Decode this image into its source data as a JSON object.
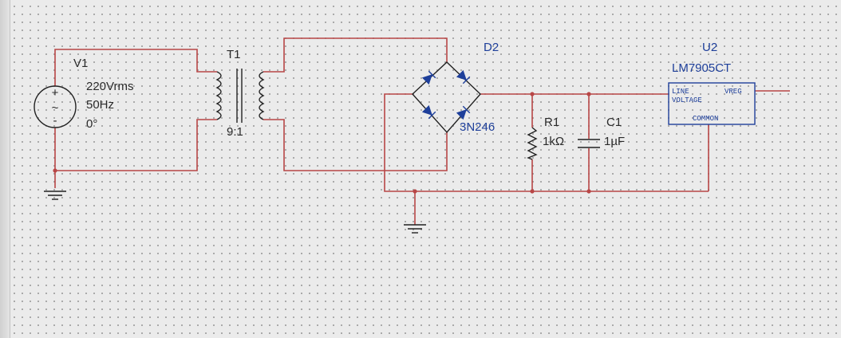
{
  "components": {
    "v1": {
      "ref": "V1",
      "value": "220Vrms",
      "freq": "50Hz",
      "phase": "0°"
    },
    "t1": {
      "ref": "T1",
      "ratio": "9:1"
    },
    "d2": {
      "ref": "D2",
      "part": "3N246"
    },
    "r1": {
      "ref": "R1",
      "value": "1kΩ"
    },
    "c1": {
      "ref": "C1",
      "value": "1µF"
    },
    "u2": {
      "ref": "U2",
      "part": "LM7905CT",
      "pin_line": "LINE",
      "pin_voltage": "VOLTAGE",
      "pin_vreg": "VREG",
      "pin_common": "COMMON"
    }
  },
  "source_symbols": {
    "plus": "+",
    "minus": "-",
    "tilde": "~"
  },
  "colors": {
    "wire": "#b84646",
    "label_blue": "#1e3f9a",
    "text": "#2a2a2a"
  }
}
